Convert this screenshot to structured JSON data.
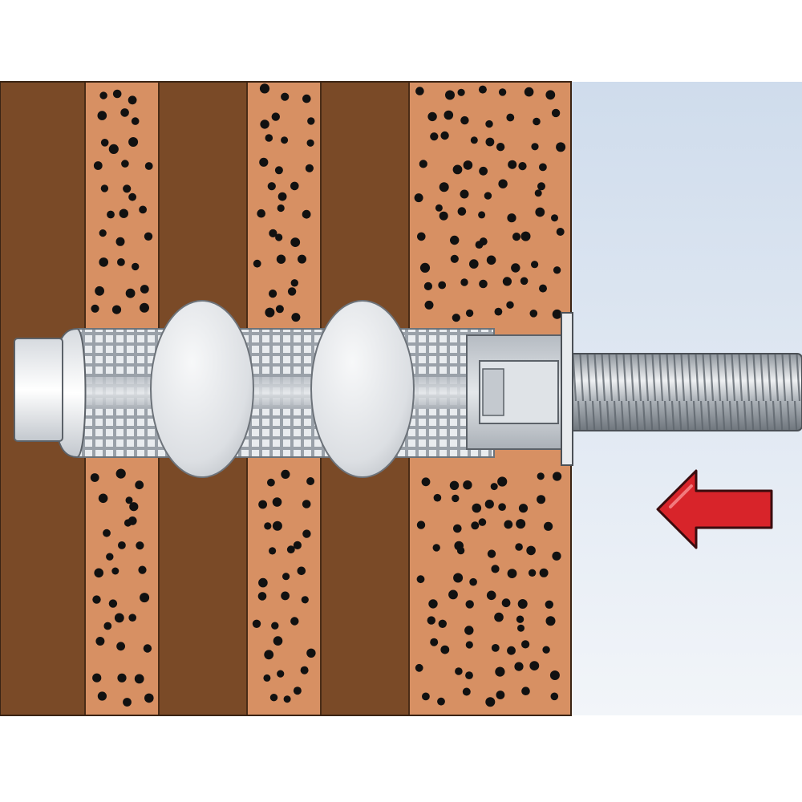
{
  "diagram": {
    "elements": [
      {
        "name": "brick-wall",
        "kind": "cross-section"
      },
      {
        "name": "solid-web",
        "kind": "brick-layer"
      },
      {
        "name": "perforated-chamber",
        "kind": "brick-layer"
      },
      {
        "name": "mesh-sleeve",
        "kind": "anchor-component"
      },
      {
        "name": "mortar-bulge",
        "kind": "anchor-component"
      },
      {
        "name": "threaded-rod",
        "kind": "anchor-component"
      },
      {
        "name": "insertion-arrow",
        "kind": "indicator",
        "direction": "left"
      }
    ],
    "colors": {
      "web": "#7a4a27",
      "porous": "#d79063",
      "dots": "#111111",
      "sleeve": "#cfd4da",
      "bulge": "#e6e8ea",
      "rod": "#b9bec4",
      "arrow": "#d8242a",
      "sky_top": "#cfdcec",
      "sky_bottom": "#f2f5f9"
    }
  }
}
